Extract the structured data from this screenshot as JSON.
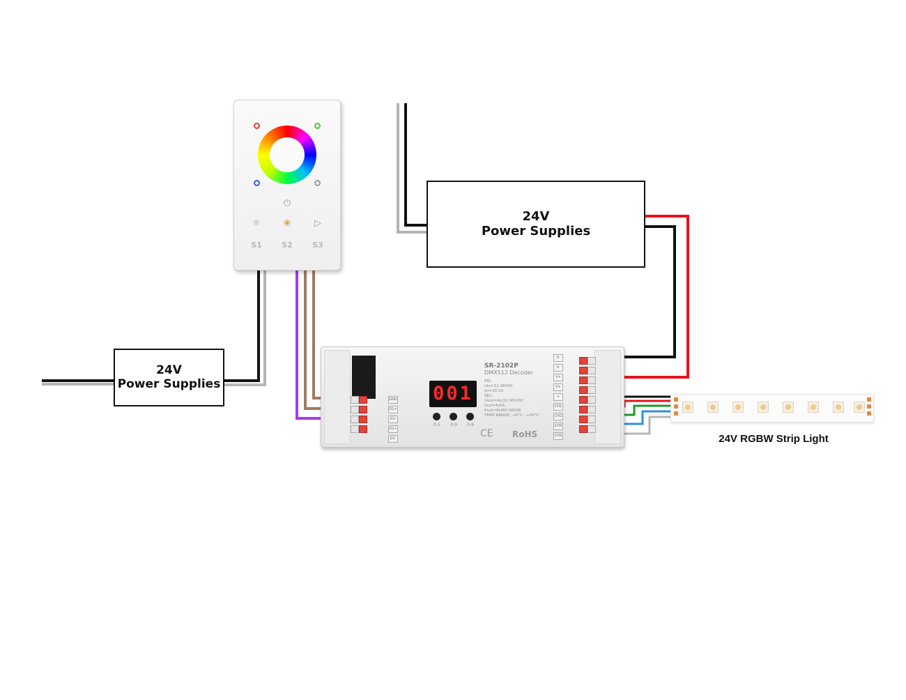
{
  "psu_top": {
    "voltage": "24V",
    "label": "Power Supplies"
  },
  "psu_left": {
    "voltage": "24V",
    "label": "Power Supplies"
  },
  "touch_panel": {
    "buttons": [
      "S1",
      "S2",
      "S3"
    ]
  },
  "decoder": {
    "model": "SR-2102P",
    "subtitle": "DMX512 Decoder",
    "display": "001",
    "spec_lines": [
      "PRI:",
      "Uin=12-36VDC",
      "Iin=20.5A",
      "SEC:",
      "Uout=4x(12-36)VDC",
      "Iout=4x5A",
      "Pout=4x(60-180)W",
      "TEMP RANGE: -20°C - +50°C"
    ],
    "button_labels": [
      "0-5",
      "0-9",
      "0-9"
    ],
    "input_terminals": [
      "GND",
      "D1+",
      "D1-",
      "D2+",
      "D2-"
    ],
    "output_terminals": [
      "V-",
      "V-",
      "V+",
      "V+",
      "+",
      "CH1",
      "CH2",
      "CH3",
      "CH4"
    ],
    "cert": "RoHS",
    "ce": "CE"
  },
  "strip": {
    "label": "24V RGBW Strip Light"
  },
  "colors": {
    "red_wire": "#e8111a",
    "black_wire": "#111111",
    "grey_wire": "#b5b5b5",
    "brown_wire": "#a07a62",
    "purple_wire": "#a93ae6",
    "green_wire": "#1a9a2a",
    "blue_wire": "#2a8fe0"
  }
}
